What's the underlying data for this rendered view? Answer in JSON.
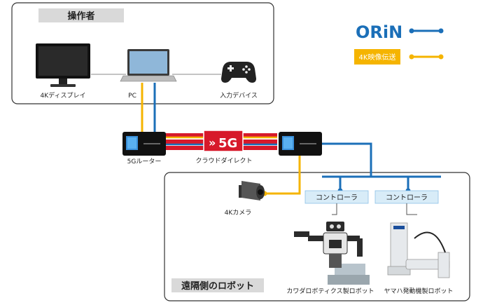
{
  "operator_box": {
    "title": "操作者"
  },
  "devices": {
    "display": "4Kディスプレイ",
    "pc": "PC",
    "input": "入力デバイス",
    "router": "5Gルーター",
    "camera": "4Kカメラ",
    "robot1": "カワダロボティクス製ロボット",
    "robot2": "ヤマハ発動機製ロボット"
  },
  "network": {
    "badge": "5G",
    "direct_label": "クラウドダイレクト"
  },
  "controllers": [
    "コントローラ",
    "コントローラ"
  ],
  "remote_box": {
    "title": "遠隔側のロボット"
  },
  "legend": {
    "orin_logo": "ORiN",
    "video_label": "4K映像伝送",
    "colors": {
      "orin": "#1b6fb8",
      "video": "#f5b400"
    }
  },
  "colors": {
    "red_band": "#d7192a",
    "controller_box": "#d8ecf8"
  },
  "icons": {
    "display": "monitor-icon",
    "pc": "laptop-icon",
    "input": "gamepad-icon",
    "router": "router-icon",
    "camera": "camera-icon",
    "robot1": "humanoid-robot-icon",
    "robot2": "scara-robot-icon"
  }
}
